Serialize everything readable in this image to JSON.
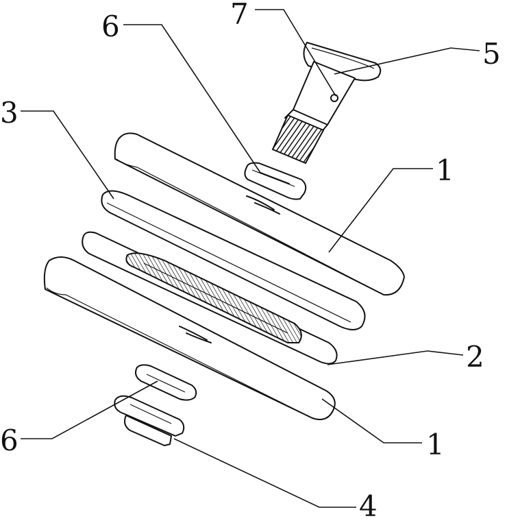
{
  "callouts": {
    "c7": "7",
    "c6_top": "6",
    "c5": "5",
    "c3": "3",
    "c1_top": "1",
    "c2": "2",
    "c1_bottom": "1",
    "c6_bottom": "6",
    "c4": "4"
  }
}
